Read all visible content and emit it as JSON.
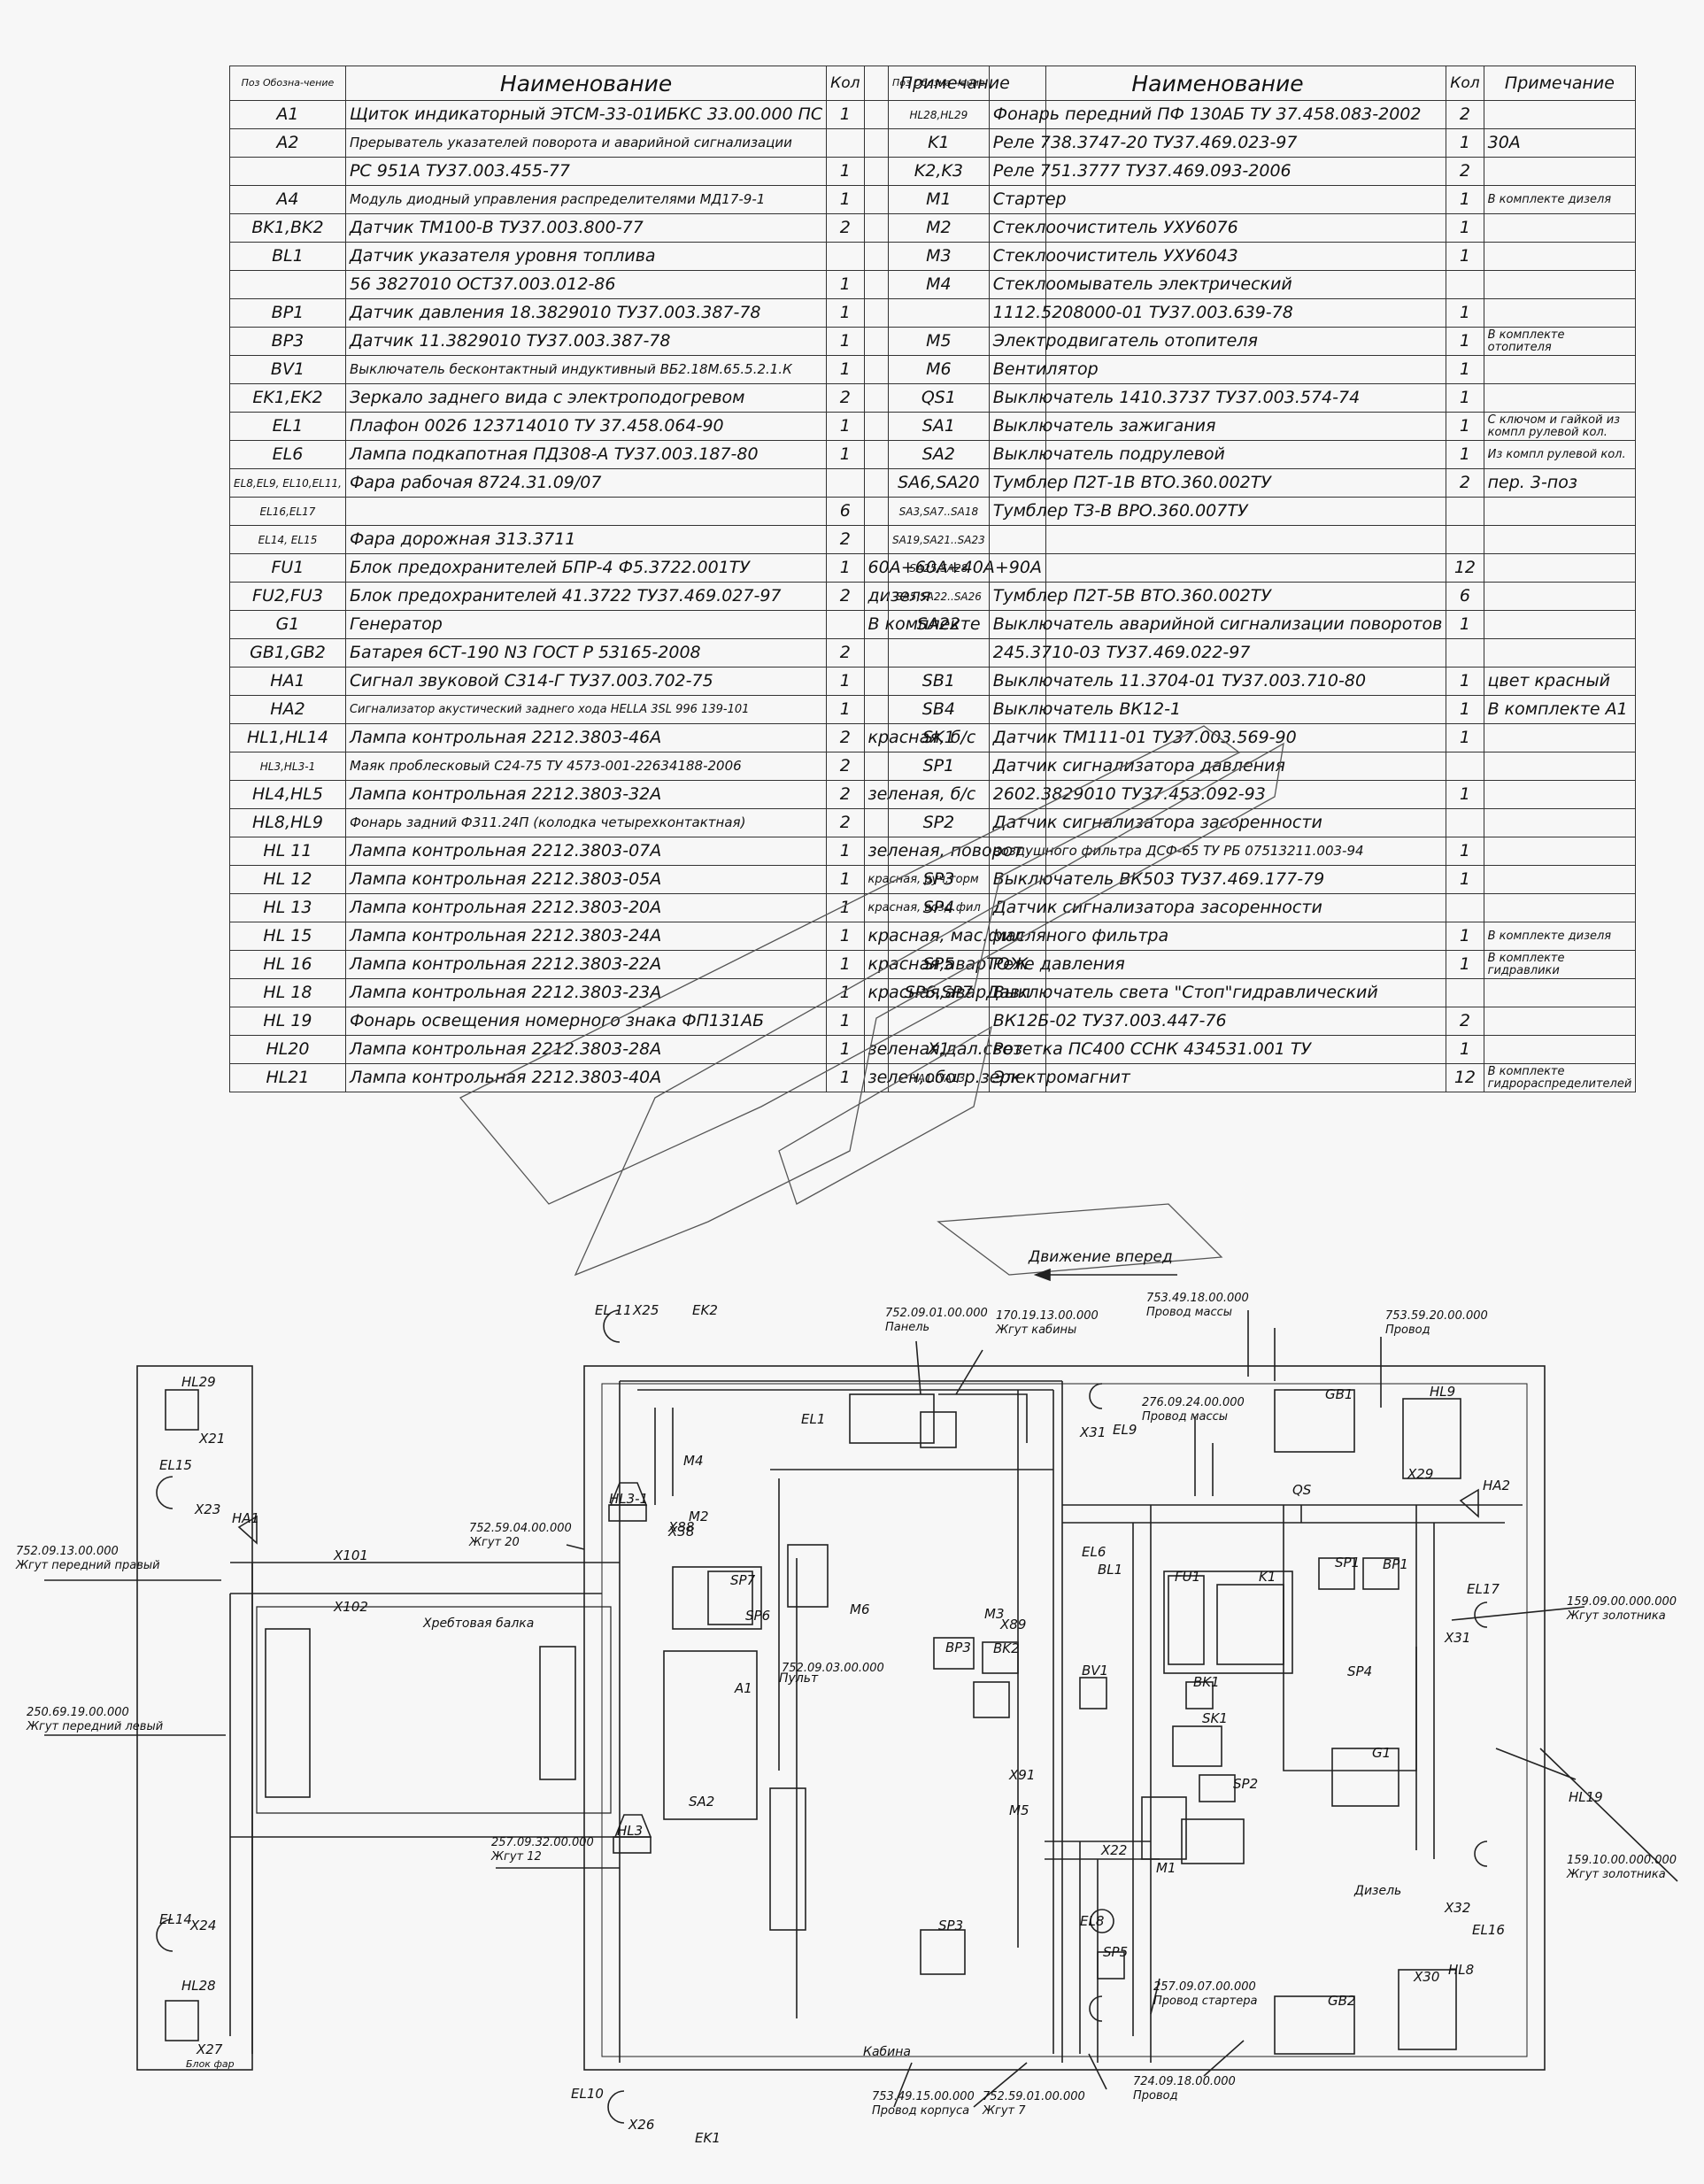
{
  "header": {
    "pos_label": "Поз Обозна-чение",
    "name_label": "Наименование",
    "qty_label": "Кол",
    "note_label": "Примечание"
  },
  "table_left": [
    [
      "A1",
      "Щиток индикаторный ЭТСМ-33-01ИБКС 33.00.000 ПС",
      "1",
      ""
    ],
    [
      "A2",
      "Прерыватель указателей поворота и аварийной сигнализации",
      "",
      ""
    ],
    [
      "",
      "РС 951А ТУ37.003.455-77",
      "1",
      ""
    ],
    [
      "A4",
      "Модуль диодный управления распределителями МД17-9-1",
      "1",
      ""
    ],
    [
      "BK1,BK2",
      "Датчик ТМ100-В ТУ37.003.800-77",
      "2",
      ""
    ],
    [
      "BL1",
      "Датчик указателя уровня топлива",
      "",
      ""
    ],
    [
      "",
      "56 3827010 ОСТ37.003.012-86",
      "1",
      ""
    ],
    [
      "BP1",
      "Датчик давления 18.3829010 ТУ37.003.387-78",
      "1",
      ""
    ],
    [
      "BP3",
      "Датчик 11.3829010 ТУ37.003.387-78",
      "1",
      ""
    ],
    [
      "BV1",
      "Выключатель бесконтактный индуктивный ВБ2.18М.65.5.2.1.К",
      "1",
      ""
    ],
    [
      "EK1,EK2",
      "Зеркало заднего вида с электроподогревом",
      "2",
      ""
    ],
    [
      "EL1",
      "Плафон 0026 123714010 ТУ 37.458.064-90",
      "1",
      ""
    ],
    [
      "EL6",
      "Лампа подкапотная ПД308-А ТУ37.003.187-80",
      "1",
      ""
    ],
    [
      "EL8,EL9, EL10,EL11,",
      "Фара рабочая 8724.31.09/07",
      "",
      ""
    ],
    [
      "EL16,EL17",
      "",
      "6",
      ""
    ],
    [
      "EL14, EL15",
      "Фара дорожная 313.3711",
      "2",
      ""
    ],
    [
      "FU1",
      "Блок предохранителей БПР-4 Ф5.3722.001ТУ",
      "1",
      "60А+60А+40А+90А"
    ],
    [
      "FU2,FU3",
      "Блок предохранителей 41.3722 ТУ37.469.027-97",
      "2",
      "дизеля"
    ],
    [
      "G1",
      "Генератор",
      "",
      "В комплекте"
    ],
    [
      "GB1,GB2",
      "Батарея 6СТ-190 N3 ГОСТ Р 53165-2008",
      "2",
      ""
    ],
    [
      "HA1",
      "Сигнал звуковой С314-Г ТУ37.003.702-75",
      "1",
      ""
    ],
    [
      "HA2",
      "Сигнализатор акустический заднего хода HELLA 3SL 996 139-101",
      "1",
      ""
    ],
    [
      "HL1,HL14",
      "Лампа контрольная 2212.3803-46А",
      "2",
      "красная, б/с"
    ],
    [
      "HL3,HL3-1",
      "Маяк проблесковый С24-75 ТУ 4573-001-22634188-2006",
      "2",
      ""
    ],
    [
      "HL4,HL5",
      "Лампа контрольная 2212.3803-32А",
      "2",
      "зеленая, б/с"
    ],
    [
      "HL8,HL9",
      "Фонарь задний Ф311.24П (колодка четырехконтактная)",
      "2",
      ""
    ],
    [
      "HL 11",
      "Лампа контрольная 2212.3803-07А",
      "1",
      "зеленая, поворот"
    ],
    [
      "HL 12",
      "Лампа контрольная 2212.3803-05А",
      "1",
      "красная, руч.торм"
    ],
    [
      "HL 13",
      "Лампа контрольная 2212.3803-20А",
      "1",
      "красная, возд.фил"
    ],
    [
      "HL 15",
      "Лампа контрольная 2212.3803-24А",
      "1",
      "красная, мас.фил"
    ],
    [
      "HL 16",
      "Лампа контрольная 2212.3803-22А",
      "1",
      "красная,аварТОЖ"
    ],
    [
      "HL 18",
      "Лампа контрольная 2212.3803-23А",
      "1",
      "красная,аварДавл"
    ],
    [
      "HL 19",
      "Фонарь освещения номерного знака ФП131АБ",
      "1",
      ""
    ],
    [
      "HL20",
      "Лампа контрольная 2212.3803-28А",
      "1",
      "зеленая,дал.свет"
    ],
    [
      "HL21",
      "Лампа контрольная 2212.3803-40А",
      "1",
      "зелен,обогр.зерк"
    ]
  ],
  "table_right": [
    [
      "HL28,HL29",
      "Фонарь передний ПФ 130АБ ТУ 37.458.083-2002",
      "2",
      ""
    ],
    [
      "K1",
      "Реле 738.3747-20 ТУ37.469.023-97",
      "1",
      "30А"
    ],
    [
      "K2,K3",
      "Реле 751.3777 ТУ37.469.093-2006",
      "2",
      ""
    ],
    [
      "M1",
      "Стартер",
      "1",
      "В комплекте дизеля"
    ],
    [
      "M2",
      "Стеклоочиститель УХУ6076",
      "1",
      ""
    ],
    [
      "M3",
      "Стеклоочиститель УХУ6043",
      "1",
      ""
    ],
    [
      "M4",
      "Стеклоомыватель электрический",
      "",
      ""
    ],
    [
      "",
      "1112.5208000-01 ТУ37.003.639-78",
      "1",
      ""
    ],
    [
      "M5",
      "Электродвигатель отопителя",
      "1",
      "В комплекте отопителя"
    ],
    [
      "M6",
      "Вентилятор",
      "1",
      ""
    ],
    [
      "QS1",
      "Выключатель 1410.3737 ТУ37.003.574-74",
      "1",
      ""
    ],
    [
      "SA1",
      "Выключатель зажигания",
      "1",
      "С ключом и гайкой из компл рулевой кол."
    ],
    [
      "SA2",
      "Выключатель подрулевой",
      "1",
      "Из компл рулевой кол."
    ],
    [
      "SA6,SA20",
      "Тумблер П2Т-1В ВТО.360.002ТУ",
      "2",
      "пер. 3-поз"
    ],
    [
      "SA3,SA7..SA18",
      "Тумблер ТЗ-В ВРО.360.007ТУ",
      "",
      ""
    ],
    [
      "SA19,SA21..SA23",
      "",
      "",
      ""
    ],
    [
      "SA25,SA28",
      "",
      "12",
      ""
    ],
    [
      "SA5,SA22..SA26",
      "Тумблер П2Т-5В ВТО.360.002ТУ",
      "6",
      ""
    ],
    [
      "SA22",
      "Выключатель аварийной сигнализации поворотов",
      "1",
      ""
    ],
    [
      "",
      "245.3710-03 ТУ37.469.022-97",
      "",
      ""
    ],
    [
      "SB1",
      "Выключатель 11.3704-01 ТУ37.003.710-80",
      "1",
      "цвет красный"
    ],
    [
      "SB4",
      "Выключатель ВК12-1",
      "1",
      "В комплекте А1"
    ],
    [
      "SK1",
      "Датчик ТМ111-01 ТУ37.003.569-90",
      "1",
      ""
    ],
    [
      "SP1",
      "Датчик сигнализатора давления",
      "",
      ""
    ],
    [
      "",
      "2602.3829010 ТУ37.453.092-93",
      "1",
      ""
    ],
    [
      "SP2",
      "Датчик сигнализатора засоренности",
      "",
      ""
    ],
    [
      "",
      "воздушного фильтра ДСФ-65 ТУ РБ 07513211.003-94",
      "1",
      ""
    ],
    [
      "SP3",
      "Выключатель ВК503 ТУ37.469.177-79",
      "1",
      ""
    ],
    [
      "SP4",
      "Датчик сигнализатора засоренности",
      "",
      ""
    ],
    [
      "",
      "масляного фильтра",
      "1",
      "В комплекте дизеля"
    ],
    [
      "SP5",
      "Реле давления",
      "1",
      "В комплекте гидравлики"
    ],
    [
      "SP6,SP7",
      "Выключатель света \"Стоп\"гидравлический",
      "",
      ""
    ],
    [
      "",
      "ВК12Б-02 ТУ37.003.447-76",
      "2",
      ""
    ],
    [
      "X1",
      "Розетка ПС400 ССНК 434531.001 ТУ",
      "1",
      ""
    ],
    [
      "YA1..YA13",
      "Электромагнит",
      "12",
      "В комплекте гидрораспределителей"
    ]
  ],
  "diagram": {
    "direction": "Движение вперед",
    "labels": {
      "el11": "EL 11",
      "x25": "X25",
      "ek2": "EK2",
      "el1": "EL1",
      "el9": "EL9",
      "x31": "X31",
      "el6": "EL6",
      "bl1": "BL1",
      "m4": "M4",
      "m2": "M2",
      "x88": "X88",
      "m6": "M6",
      "m3": "M3",
      "x89": "X89",
      "hl31": "HL3-1",
      "hl3": "HL3",
      "x101": "X101",
      "x102": "X102",
      "ha1": "HA1",
      "ha2": "HA2",
      "hl29": "HL29",
      "x21": "X21",
      "el15": "EL15",
      "x23": "X23",
      "el14": "EL14",
      "x24": "X24",
      "hl28": "HL28",
      "x27": "X27",
      "el10": "EL10",
      "x26": "X26",
      "ek1": "EK1",
      "a1": "A1",
      "sa2": "SA2",
      "bp3": "BP3",
      "bk2": "BK2",
      "bv1": "BV1",
      "bk1": "BK1",
      "sk1": "SK1",
      "sp2": "SP2",
      "sp3": "SP3",
      "sp4": "SP4",
      "sp1": "SP1",
      "bp1": "BP1",
      "fu1": "FU1",
      "k1": "K1",
      "g1": "G1",
      "gb1": "GB1",
      "gb2": "GB2",
      "qs": "QS",
      "m1": "M1",
      "el8": "EL8",
      "sp5": "SP5",
      "el16": "EL16",
      "el17": "EL17",
      "x31b": "X31",
      "x32": "X32",
      "hl19": "HL19",
      "hl8": "HL8",
      "hl9": "HL9",
      "x30": "X30",
      "x29": "X29",
      "x22": "X22",
      "x91": "X91",
      "m5": "M5",
      "sp6": "SP6",
      "sp7": "SP7",
      "x38": "X38",
      "beam": "Хребтовая балка",
      "cabin": "Кабина",
      "diesel": "Дизель",
      "panel_a1": "Пульт",
      "headlight_block": "Блок фар"
    },
    "callouts": [
      {
        "code": "752.09.01.00.000",
        "text": "Панель"
      },
      {
        "code": "170.19.13.00.000",
        "text": "Жгут кабины"
      },
      {
        "code": "753.49.18.00.000",
        "text": "Провод массы"
      },
      {
        "code": "753.59.20.00.000",
        "text": "Провод"
      },
      {
        "code": "276.09.24.00.000",
        "text": "Провод массы"
      },
      {
        "code": "752.09.13.00.000",
        "text": "Жгут передний правый"
      },
      {
        "code": "752.59.04.00.000",
        "text": "Жгут 20"
      },
      {
        "code": "752.09.03.00.000",
        "text": "Пульт"
      },
      {
        "code": "250.69.19.00.000",
        "text": "Жгут передний левый"
      },
      {
        "code": "257.09.32.00.000",
        "text": "Жгут 12"
      },
      {
        "code": "159.09.00.000.000",
        "text": "Жгут золотника"
      },
      {
        "code": "159.10.00.000.000",
        "text": "Жгут золотника"
      },
      {
        "code": "257.09.07.00.000",
        "text": "Провод стартера"
      },
      {
        "code": "753.49.15.00.000",
        "text": "Провод корпуса"
      },
      {
        "code": "752.59.01.00.000",
        "text": "Жгут 7"
      },
      {
        "code": "724.09.18.00.000",
        "text": "Провод"
      }
    ]
  }
}
